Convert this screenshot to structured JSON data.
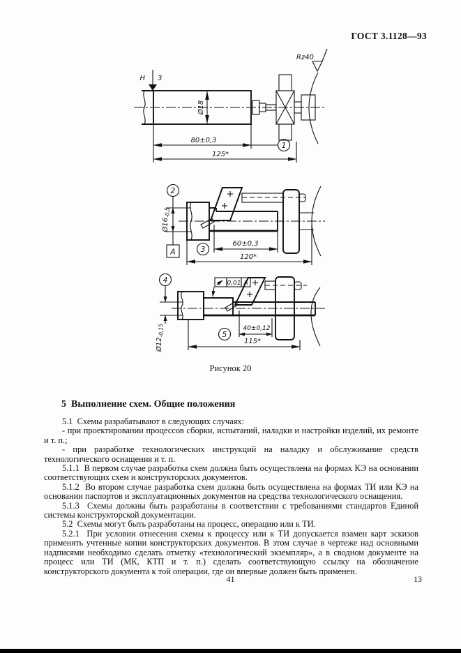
{
  "page": {
    "header_title": "ГОСТ 3.1128—93",
    "page_number_left": "41",
    "page_number_right": "13"
  },
  "figure": {
    "caption": "Рисунок 20",
    "roughness_label": "Rz40",
    "sketch1": {
      "clamp_label": "Н",
      "clamp_ref": "3",
      "diameter": "Ø18",
      "dim_inner": "80±0,3",
      "dim_outer": "125*",
      "callout": "1"
    },
    "sketch2": {
      "callout": "2",
      "diameter": "Ø16",
      "diameter_tol": "-0,5",
      "datum_label": "А",
      "callout2": "3",
      "dim_inner": "60±0,3",
      "dim_outer": "120*"
    },
    "sketch3": {
      "callout": "4",
      "runout_value": "0,01",
      "runout_datum": "А",
      "diameter": "Ø12",
      "diameter_tol": "-0,15",
      "callout2": "5",
      "dim_inner": "40±0,12",
      "dim_outer": "115*"
    }
  },
  "section": {
    "heading": "5  Выполнение схем. Общие положения",
    "paragraphs": [
      "5.1  Схемы разрабатывают в следующих случаях:",
      "- при проектировании процессов сборки, испытаний, наладки и настройки изделий, их ремонте и т. п.;",
      "- при разработке технологических инструкций на наладку и обслуживание средств технологического оснащения и т. п.",
      "5.1.1  В первом случае разработка схем должна быть осуществлена на формах КЭ на основании соответствующих схем и конструкторских документов.",
      "5.1.2  Во втором случае разработка схем должна быть осуществлена на формах ТИ или КЭ на основании паспортов и эксплуатационных документов на средства технологического оснащения.",
      "5.1.3  Схемы должны быть разработаны в соответствии с требованиями стандартов Единой системы конструкторской документации.",
      "5.2  Схемы могут быть разработаны на процесс, операцию или к ТИ.",
      "5.2.1  При условии отнесения схемы к процессу или к ТИ допускается взамен карт эскизов применять учтенные копии конструкторских документов. В этом случае в чертеже над основными надписями необходимо сделать отметку «технологический экземпляр», а в сводном документе на процесс или ТИ (МК, КТП и т. п.) сделать соответствующую ссылку на обозначение конструкторского документа к той операции, где он впервые должен быть применен."
    ]
  }
}
